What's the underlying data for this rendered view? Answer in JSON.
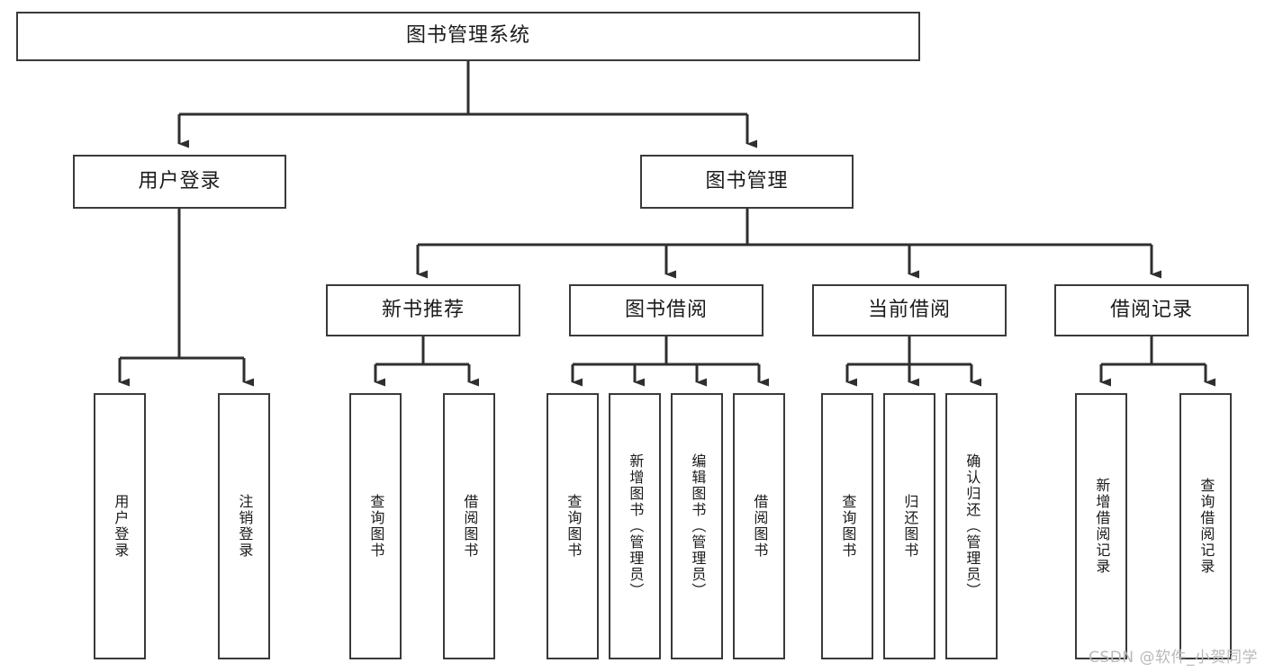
{
  "diagram": {
    "title": "图书管理系统",
    "type": "tree-hierarchy",
    "root": {
      "label": "图书管理系统"
    },
    "level2": [
      {
        "id": "user-login",
        "label": "用户登录"
      },
      {
        "id": "book-management",
        "label": "图书管理"
      }
    ],
    "level3": [
      {
        "id": "new-book-recommend",
        "label": "新书推荐",
        "parent": "book-management"
      },
      {
        "id": "book-borrow",
        "label": "图书借阅",
        "parent": "book-management"
      },
      {
        "id": "current-borrow",
        "label": "当前借阅",
        "parent": "book-management"
      },
      {
        "id": "borrow-record",
        "label": "借阅记录",
        "parent": "book-management"
      }
    ],
    "leaves": {
      "user_login": [
        {
          "id": "leaf-user-login",
          "label": "用户登录"
        },
        {
          "id": "leaf-user-logout",
          "label": "注销登录"
        }
      ],
      "new_book_recommend": [
        {
          "id": "leaf-query-book-1",
          "label": "查询图书"
        },
        {
          "id": "leaf-borrow-book-1",
          "label": "借阅图书"
        }
      ],
      "book_borrow": [
        {
          "id": "leaf-query-book-2",
          "label": "查询图书"
        },
        {
          "id": "leaf-add-book",
          "label": "新增图书（管理员）"
        },
        {
          "id": "leaf-edit-book",
          "label": "编辑图书（管理员）"
        },
        {
          "id": "leaf-borrow-book-2",
          "label": "借阅图书"
        }
      ],
      "current_borrow": [
        {
          "id": "leaf-query-book-3",
          "label": "查询图书"
        },
        {
          "id": "leaf-return-book",
          "label": "归还图书"
        },
        {
          "id": "leaf-confirm-return",
          "label": "确认归还（管理员）"
        }
      ],
      "borrow_record": [
        {
          "id": "leaf-add-record",
          "label": "新增借阅记录"
        },
        {
          "id": "leaf-query-record",
          "label": "查询借阅记录"
        }
      ]
    }
  },
  "watermark": {
    "text": "CSDN @软件_小贺同学"
  },
  "colors": {
    "box_border": "#3a3a3a",
    "connector": "#2f2f2f",
    "background": "#ffffff",
    "text": "#1b1b1b",
    "watermark": "#b9b9b9"
  }
}
